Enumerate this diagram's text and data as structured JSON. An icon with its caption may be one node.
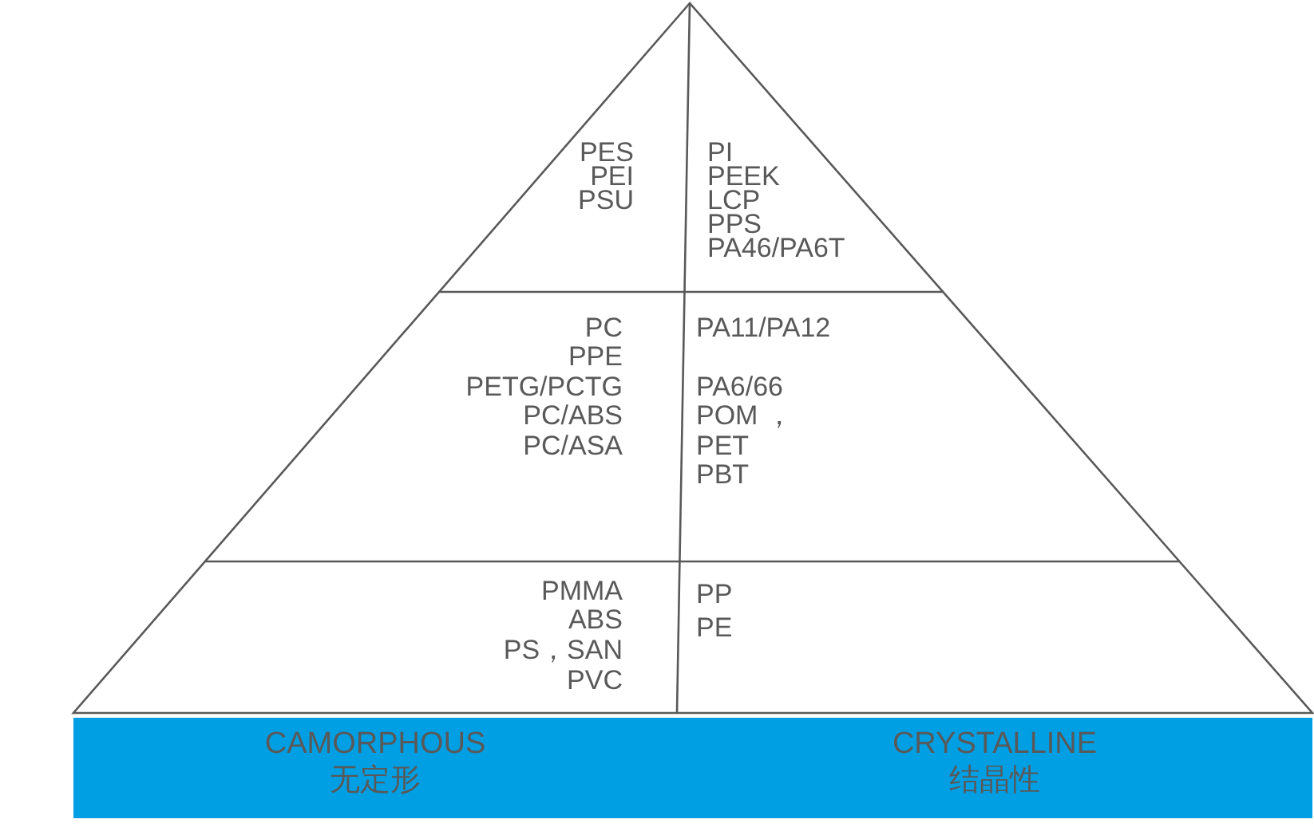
{
  "diagram": {
    "nodes": [
      {
        "text": [
          "CAMORPHOUS",
          "无定形"
        ]
      },
      {
        "text": [
          "CRYSTALLINE",
          "结晶性"
        ]
      }
    ],
    "labels": [
      "PES",
      "PEI",
      "PSU",
      "PI",
      "PEEK",
      "LCP",
      "PPS",
      "PA46/PA6T",
      "PC",
      "PPE",
      "PETG/PCTG",
      "PC/ABS",
      "PC/ASA",
      "PA11/PA12",
      "PA6/66",
      "POM ，",
      "PET",
      "PBT",
      "PMMA",
      "ABS",
      "PS，SAN",
      "PVC",
      "PP",
      "PE"
    ]
  }
}
